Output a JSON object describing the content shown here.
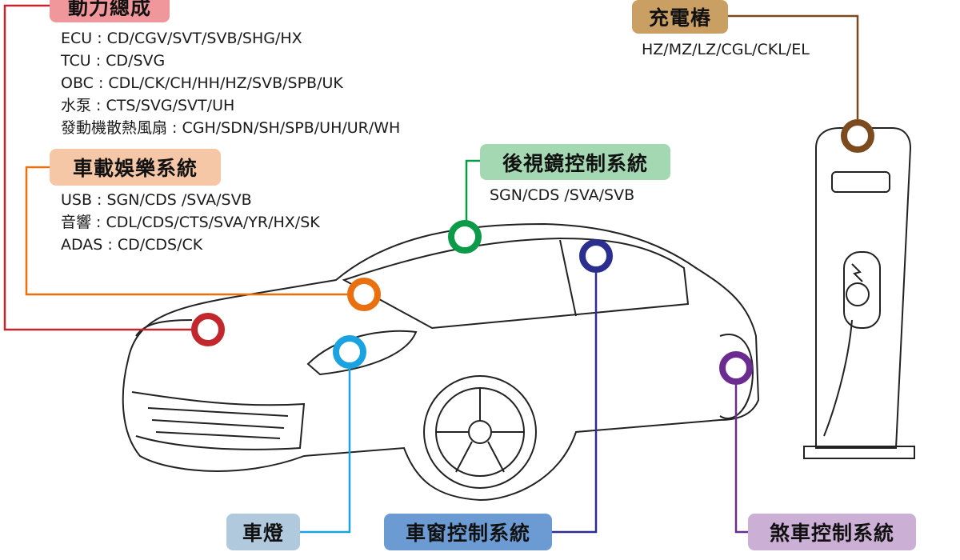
{
  "powertrain": {
    "title": "動力總成",
    "lines": [
      "ECU : CD/CGV/SVT/SVB/SHG/HX",
      "TCU : CD/SVG",
      "OBC : CDL/CK/CH/HH/HZ/SVB/SPB/UK",
      "水泵 : CTS/SVG/SVT/UH",
      "發動機散熱風扇 : CGH/SDN/SH/SPB/UH/UR/WH"
    ],
    "color": "#c1272d"
  },
  "infotainment": {
    "title": "車載娛樂系統",
    "lines": [
      "USB : SGN/CDS /SVA/SVB",
      "音響 : CDL/CDS/CTS/SVA/YR/HX/SK",
      "ADAS : CD/CDS/CK"
    ],
    "color": "#e8700f"
  },
  "mirror": {
    "title": "後視鏡控制系統",
    "lines": [
      "SGN/CDS /SVA/SVB"
    ],
    "color": "#0b9a48"
  },
  "charger": {
    "title": "充電樁",
    "lines": [
      "HZ/MZ/LZ/CGL/CKL/EL"
    ],
    "color": "#7b4a1e"
  },
  "lights": {
    "title": "車燈",
    "color": "#1aa3e0"
  },
  "window": {
    "title": "車窗控制系統",
    "color": "#2a2f8f"
  },
  "brake": {
    "title": "煞車控制系統",
    "color": "#6a2c91"
  }
}
